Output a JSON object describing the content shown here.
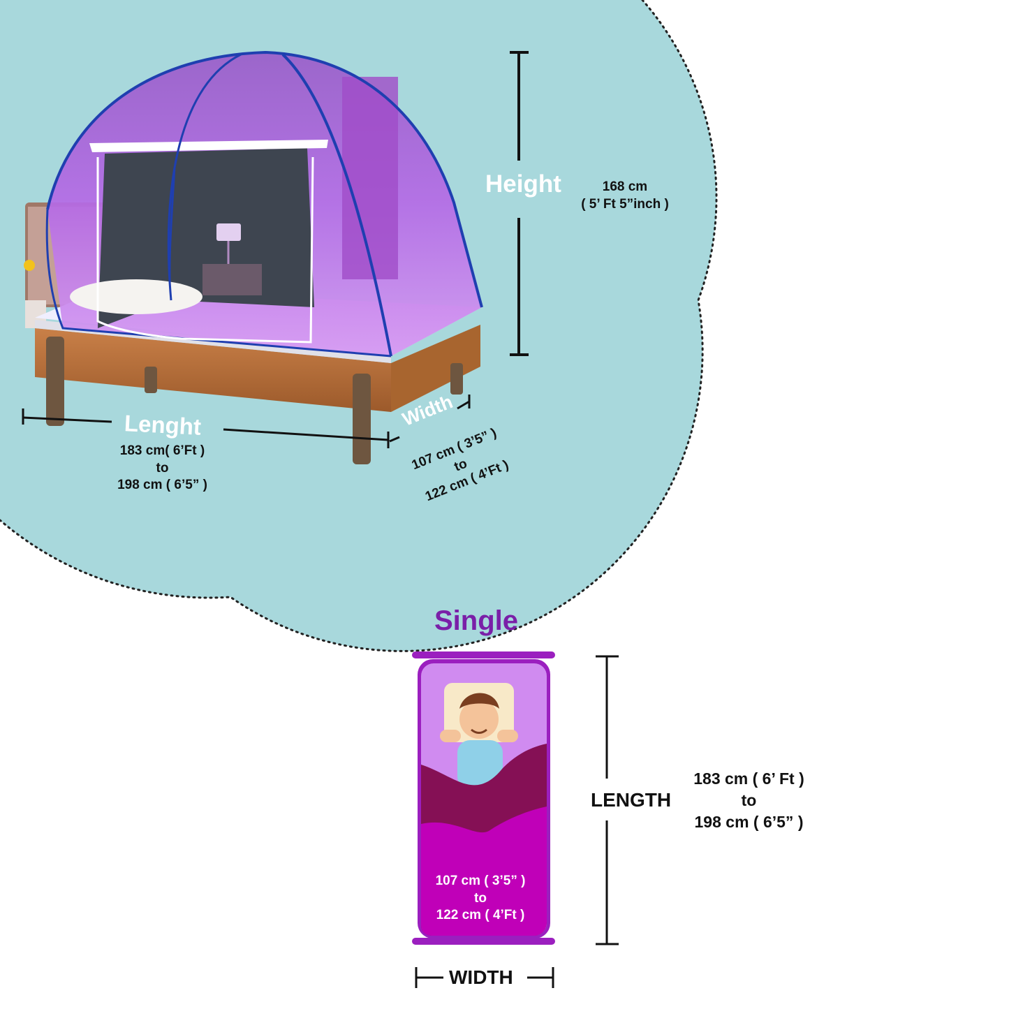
{
  "colors": {
    "circle_bg": "#a8d8dc",
    "net_purple": "#b266e0",
    "net_edge": "#1f3fb0",
    "bed_wood": "#b5713f",
    "bed_magenta": "#c000b8",
    "bed_frame": "#9b1fbf",
    "title_purple": "#7a1fa8"
  },
  "icons": {
    "product": "pop-up-mosquito-net-on-single-bed",
    "person": "sleeping-man-icon"
  },
  "height": {
    "label": "Height",
    "value": "168 cm",
    "imperial": "( 5’ Ft 5”inch )"
  },
  "length": {
    "label": "Lenght",
    "line1": "183 cm( 6’Ft )",
    "line2": "to",
    "line3": "198 cm ( 6’5” )"
  },
  "width": {
    "label": "Width",
    "line1": "107 cm ( 3’5” )",
    "line2": "to",
    "line3": "122 cm ( 4’Ft )"
  },
  "single": {
    "title": "Single",
    "bed_width_line1": "107 cm ( 3’5” )",
    "bed_width_line2": "to",
    "bed_width_line3": "122 cm ( 4’Ft )",
    "length_label": "LENGTH",
    "length_line1": "183 cm ( 6’ Ft )",
    "length_line2": "to",
    "length_line3": "198 cm ( 6’5” )",
    "width_label": "WIDTH"
  }
}
